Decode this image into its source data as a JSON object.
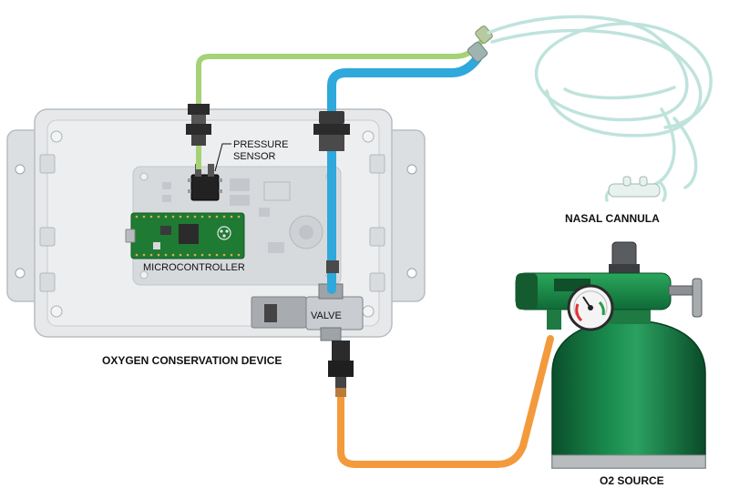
{
  "labels": {
    "pressure_sensor_line1": "PRESSURE",
    "pressure_sensor_line2": "SENSOR",
    "microcontroller": "MICROCONTROLLER",
    "valve": "VALVE",
    "device": "OXYGEN CONSERVATION DEVICE",
    "nasal_cannula": "NASAL CANNULA",
    "o2_source": "O2 SOURCE"
  },
  "colors": {
    "sensor_tube": "#a6d276",
    "oxygen_tube": "#2fa8dc",
    "source_tube": "#f39a3c",
    "cylinder": "#0e6a3a",
    "enclosure": "#e4e6e8",
    "board": "#1f7a33",
    "cannula": "#bfe3dc"
  },
  "icons": {
    "raspberry": "raspberry-logo-icon",
    "gauge": "pressure-gauge-icon"
  }
}
